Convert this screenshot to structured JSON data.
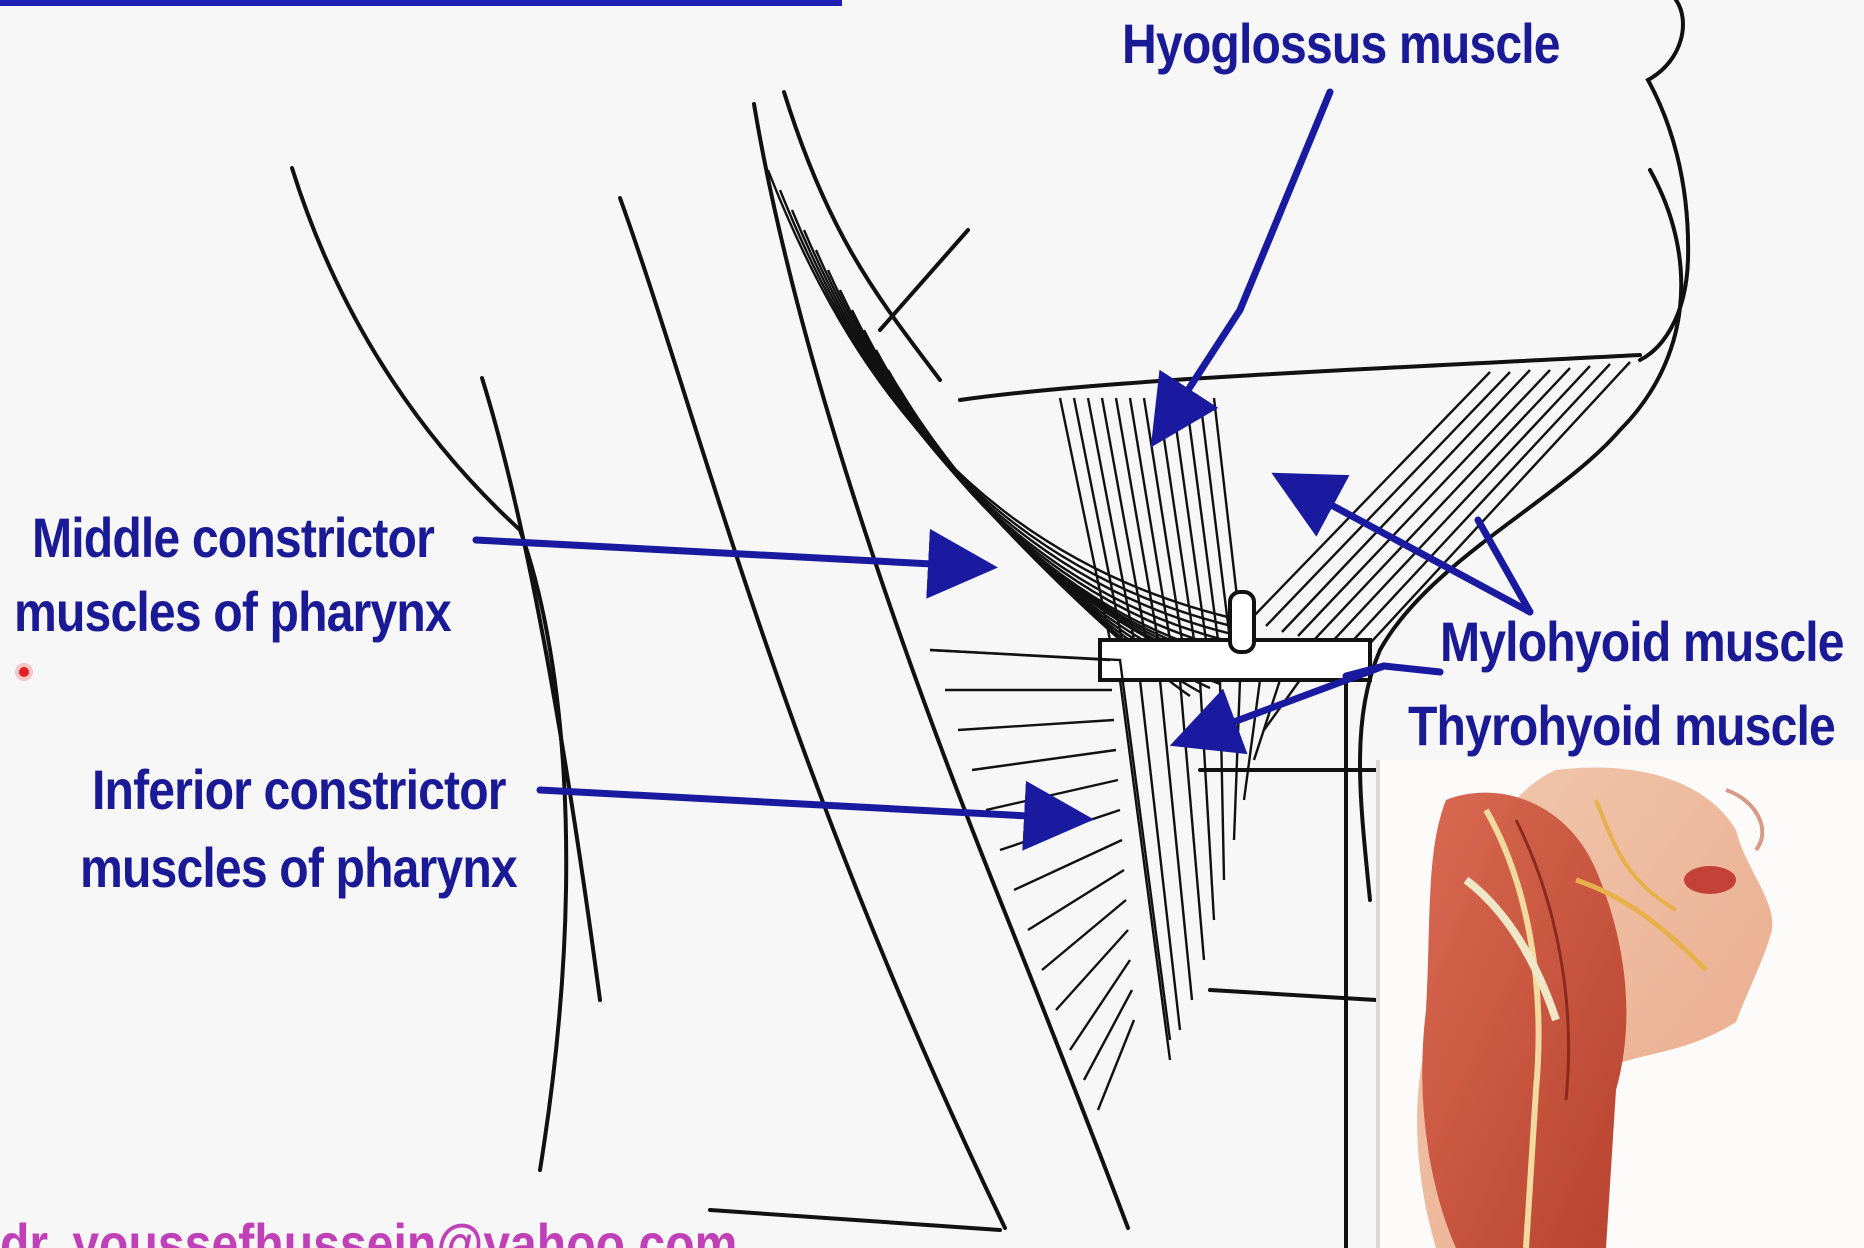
{
  "labels": {
    "hyoglossus": "Hyoglossus muscle",
    "middle_constrictor_line1": "Middle constrictor",
    "middle_constrictor_line2": "muscles of pharynx",
    "inferior_constrictor_line1": "Inferior constrictor",
    "inferior_constrictor_line2": "muscles of pharynx",
    "mylohyoid": "Mylohyoid muscle",
    "thyrohyoid": "Thyrohyoid muscle"
  },
  "watermark": "dr. youssefhussein@yahoo.com",
  "colors": {
    "label_text": "#1a1a96",
    "arrow": "#1a1aa0",
    "line_art": "#111111",
    "watermark": "#c040b8",
    "top_bar": "#1f1fb4",
    "background": "#f7f7f7"
  },
  "icons": {
    "pointer": "laser-pointer-dot-icon"
  }
}
